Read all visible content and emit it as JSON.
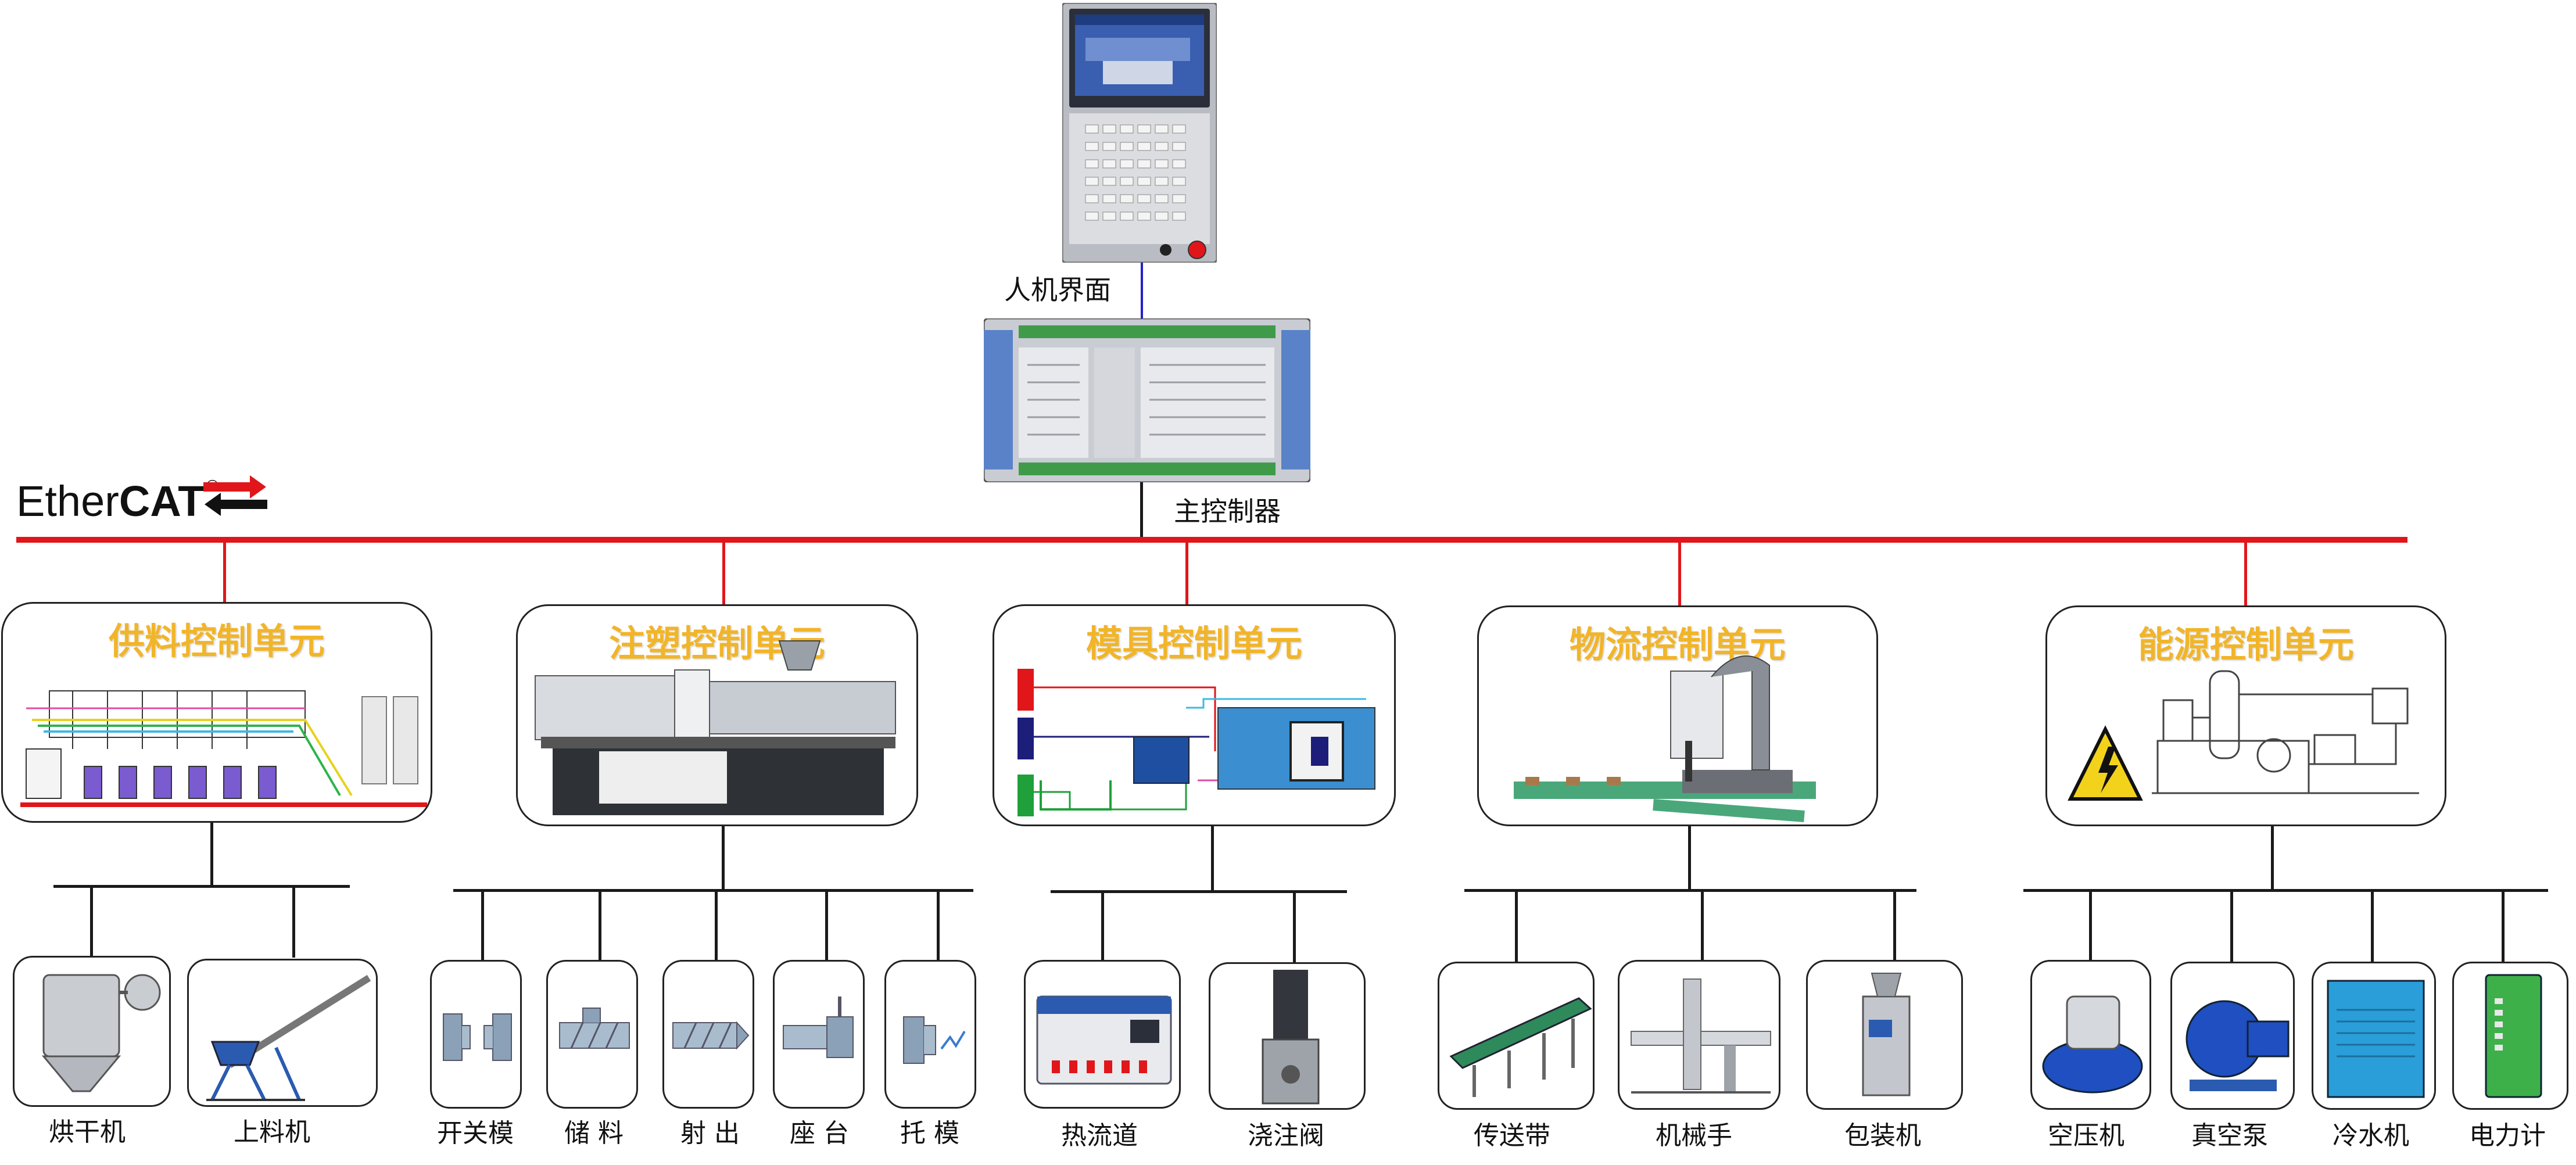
{
  "hmi": {
    "label": "人机界面"
  },
  "controller": {
    "label": "主控制器"
  },
  "bus": {
    "logo_ether": "Ether",
    "logo_cat": "CAT",
    "logo_reg": "®"
  },
  "units": [
    {
      "title": "供料控制单元",
      "devices": [
        "烘干机",
        "上料机"
      ]
    },
    {
      "title": "注塑控制单元",
      "devices": [
        "开关模",
        "储 料",
        "射 出",
        "座 台",
        "托 模"
      ]
    },
    {
      "title": "模具控制单元",
      "devices": [
        "热流道",
        "浇注阀"
      ]
    },
    {
      "title": "物流控制单元",
      "devices": [
        "传送带",
        "机械手",
        "包装机"
      ]
    },
    {
      "title": "能源控制单元",
      "devices": [
        "空压机",
        "真空泵",
        "冷水机",
        "电力计"
      ]
    }
  ],
  "colors": {
    "bus": "#e0161a",
    "title": "#f1b52a",
    "hmi_link": "#2222cc"
  }
}
